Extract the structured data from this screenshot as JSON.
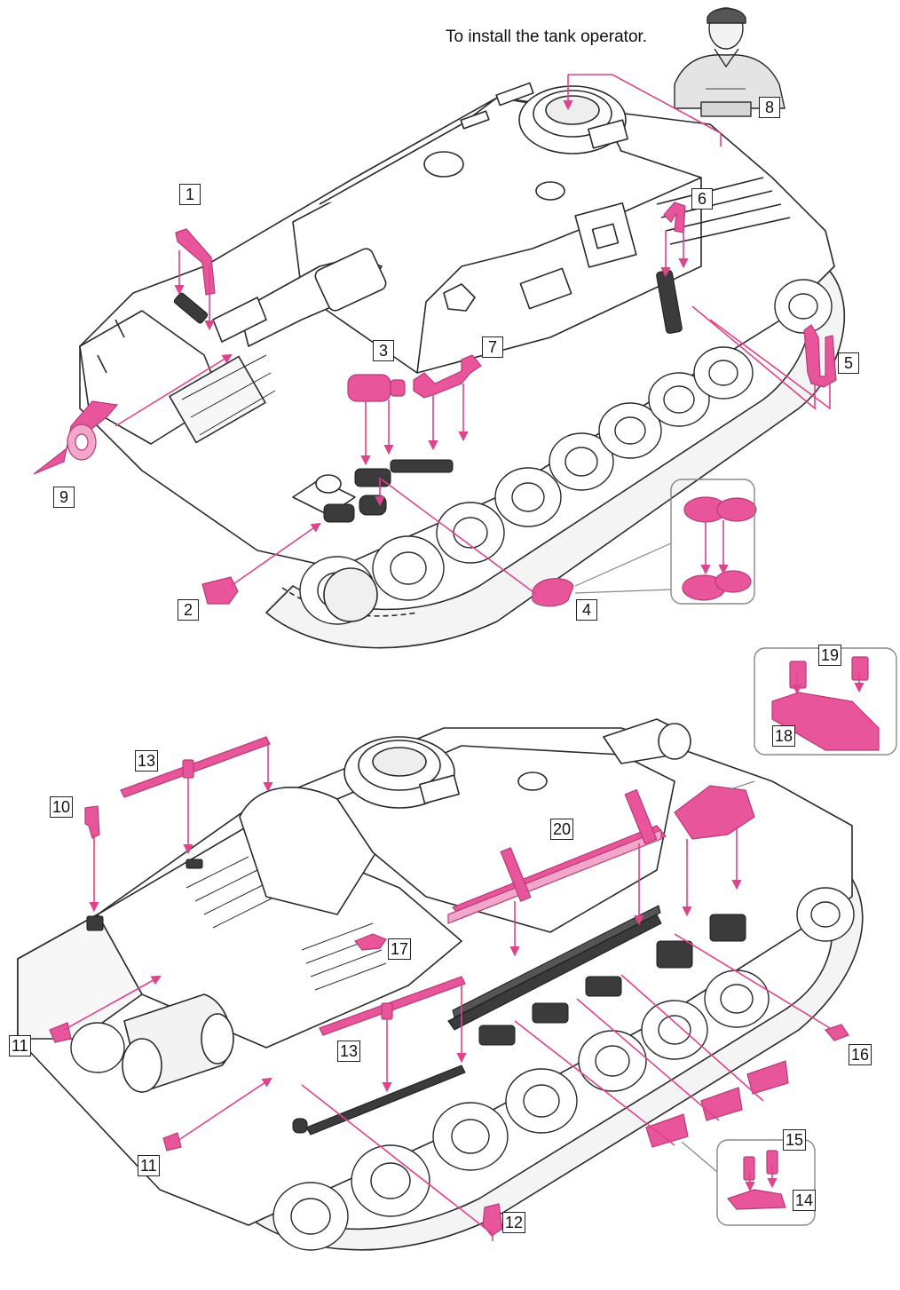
{
  "caption": "To install the tank operator.",
  "colors": {
    "part": "#e8559a",
    "part_light": "#f2a6c9",
    "part_dark": "#b83a78",
    "outline": "#2a2a2a",
    "dark_part": "#3b3b3b",
    "guide_line": "#e0428c"
  },
  "callouts": {
    "c1": "1",
    "c2": "2",
    "c3": "3",
    "c4": "4",
    "c5": "5",
    "c6": "6",
    "c7": "7",
    "c8": "8",
    "c9": "9",
    "c10": "10",
    "c11a": "11",
    "c11b": "11",
    "c12": "12",
    "c13a": "13",
    "c13b": "13",
    "c14": "14",
    "c15": "15",
    "c16": "16",
    "c17": "17",
    "c18": "18",
    "c19": "19",
    "c20": "20"
  }
}
